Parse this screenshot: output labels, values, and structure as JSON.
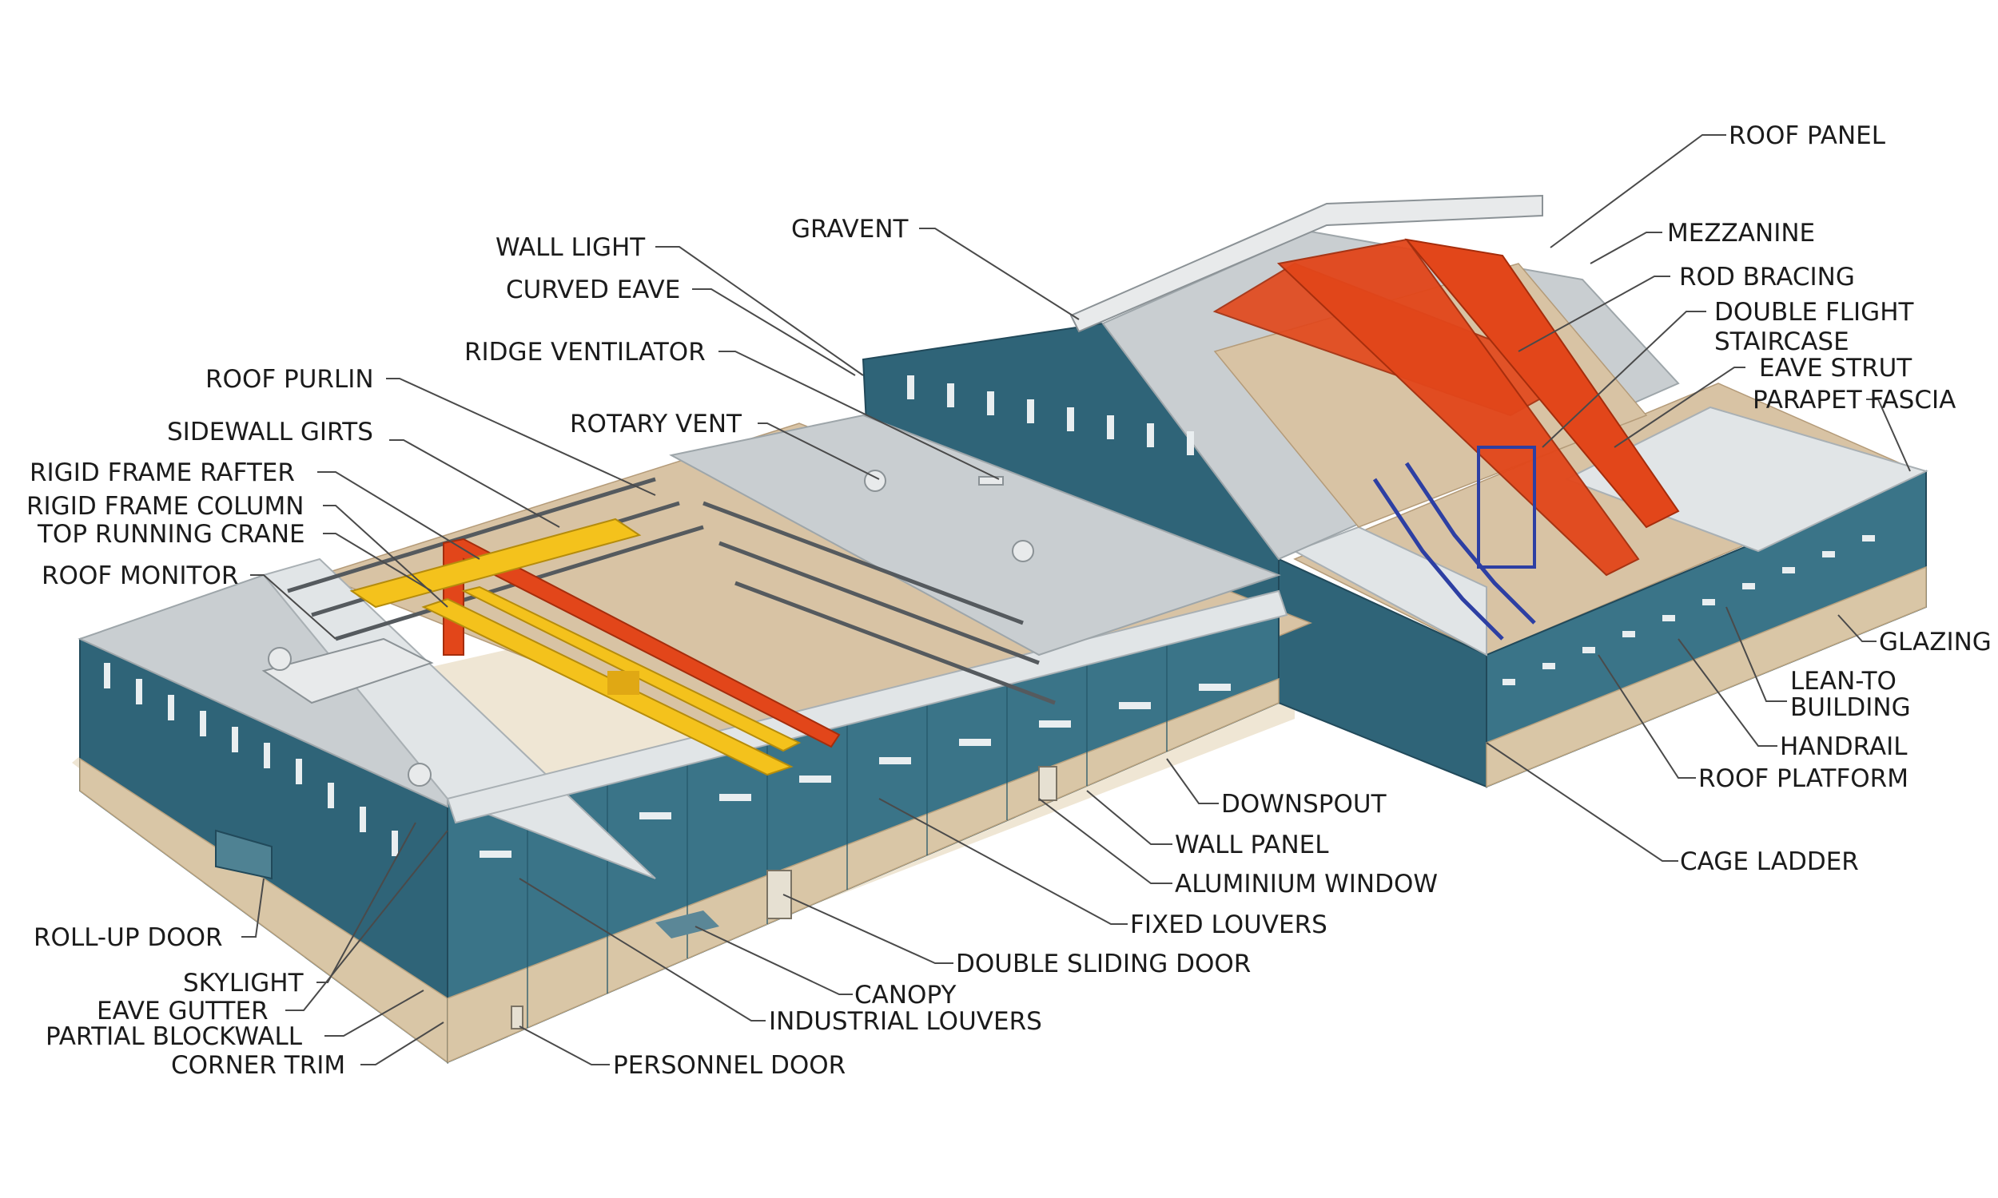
{
  "labels": {
    "roof_panel": "ROOF PANEL",
    "gravent": "GRAVENT",
    "mezzanine": "MEZZANINE",
    "wall_light": "WALL LIGHT",
    "rod_bracing": "ROD BRACING",
    "curved_eave": "CURVED EAVE",
    "double_flight": "DOUBLE FLIGHT",
    "staircase": "STAIRCASE",
    "ridge_ventilator": "RIDGE VENTILATOR",
    "eave_strut": "EAVE STRUT",
    "roof_purlin": "ROOF PURLIN",
    "parapet_fascia": "PARAPET FASCIA",
    "rotary_vent": "ROTARY VENT",
    "sidewall_girts": "SIDEWALL GIRTS",
    "rigid_frame_rafter": "RIGID FRAME RAFTER",
    "rigid_frame_column": "RIGID FRAME COLUMN",
    "top_running_crane": "TOP RUNNING CRANE",
    "roof_monitor": "ROOF MONITOR",
    "glazing": "GLAZING",
    "lean_to": "LEAN-TO",
    "building": "BUILDING",
    "handrail": "HANDRAIL",
    "roof_platform": "ROOF PLATFORM",
    "downspout": "DOWNSPOUT",
    "wall_panel": "WALL PANEL",
    "cage_ladder": "CAGE LADDER",
    "aluminium_window": "ALUMINIUM WINDOW",
    "fixed_louvers": "FIXED LOUVERS",
    "roll_up_door": "ROLL-UP DOOR",
    "double_sliding_door": "DOUBLE SLIDING DOOR",
    "skylight": "SKYLIGHT",
    "canopy": "CANOPY",
    "eave_gutter": "EAVE GUTTER",
    "industrial_louvers": "INDUSTRIAL LOUVERS",
    "partial_blockwall": "PARTIAL BLOCKWALL",
    "corner_trim": "CORNER TRIM",
    "personnel_door": "PERSONNEL DOOR"
  },
  "colors": {
    "wall_panel": "#2f6478",
    "roof_panel": "#c9ced1",
    "primary_steel": "#e2461a",
    "crane": "#f4c21c",
    "staircase": "#2d3fa3",
    "blockwall": "#d9c6a6"
  }
}
